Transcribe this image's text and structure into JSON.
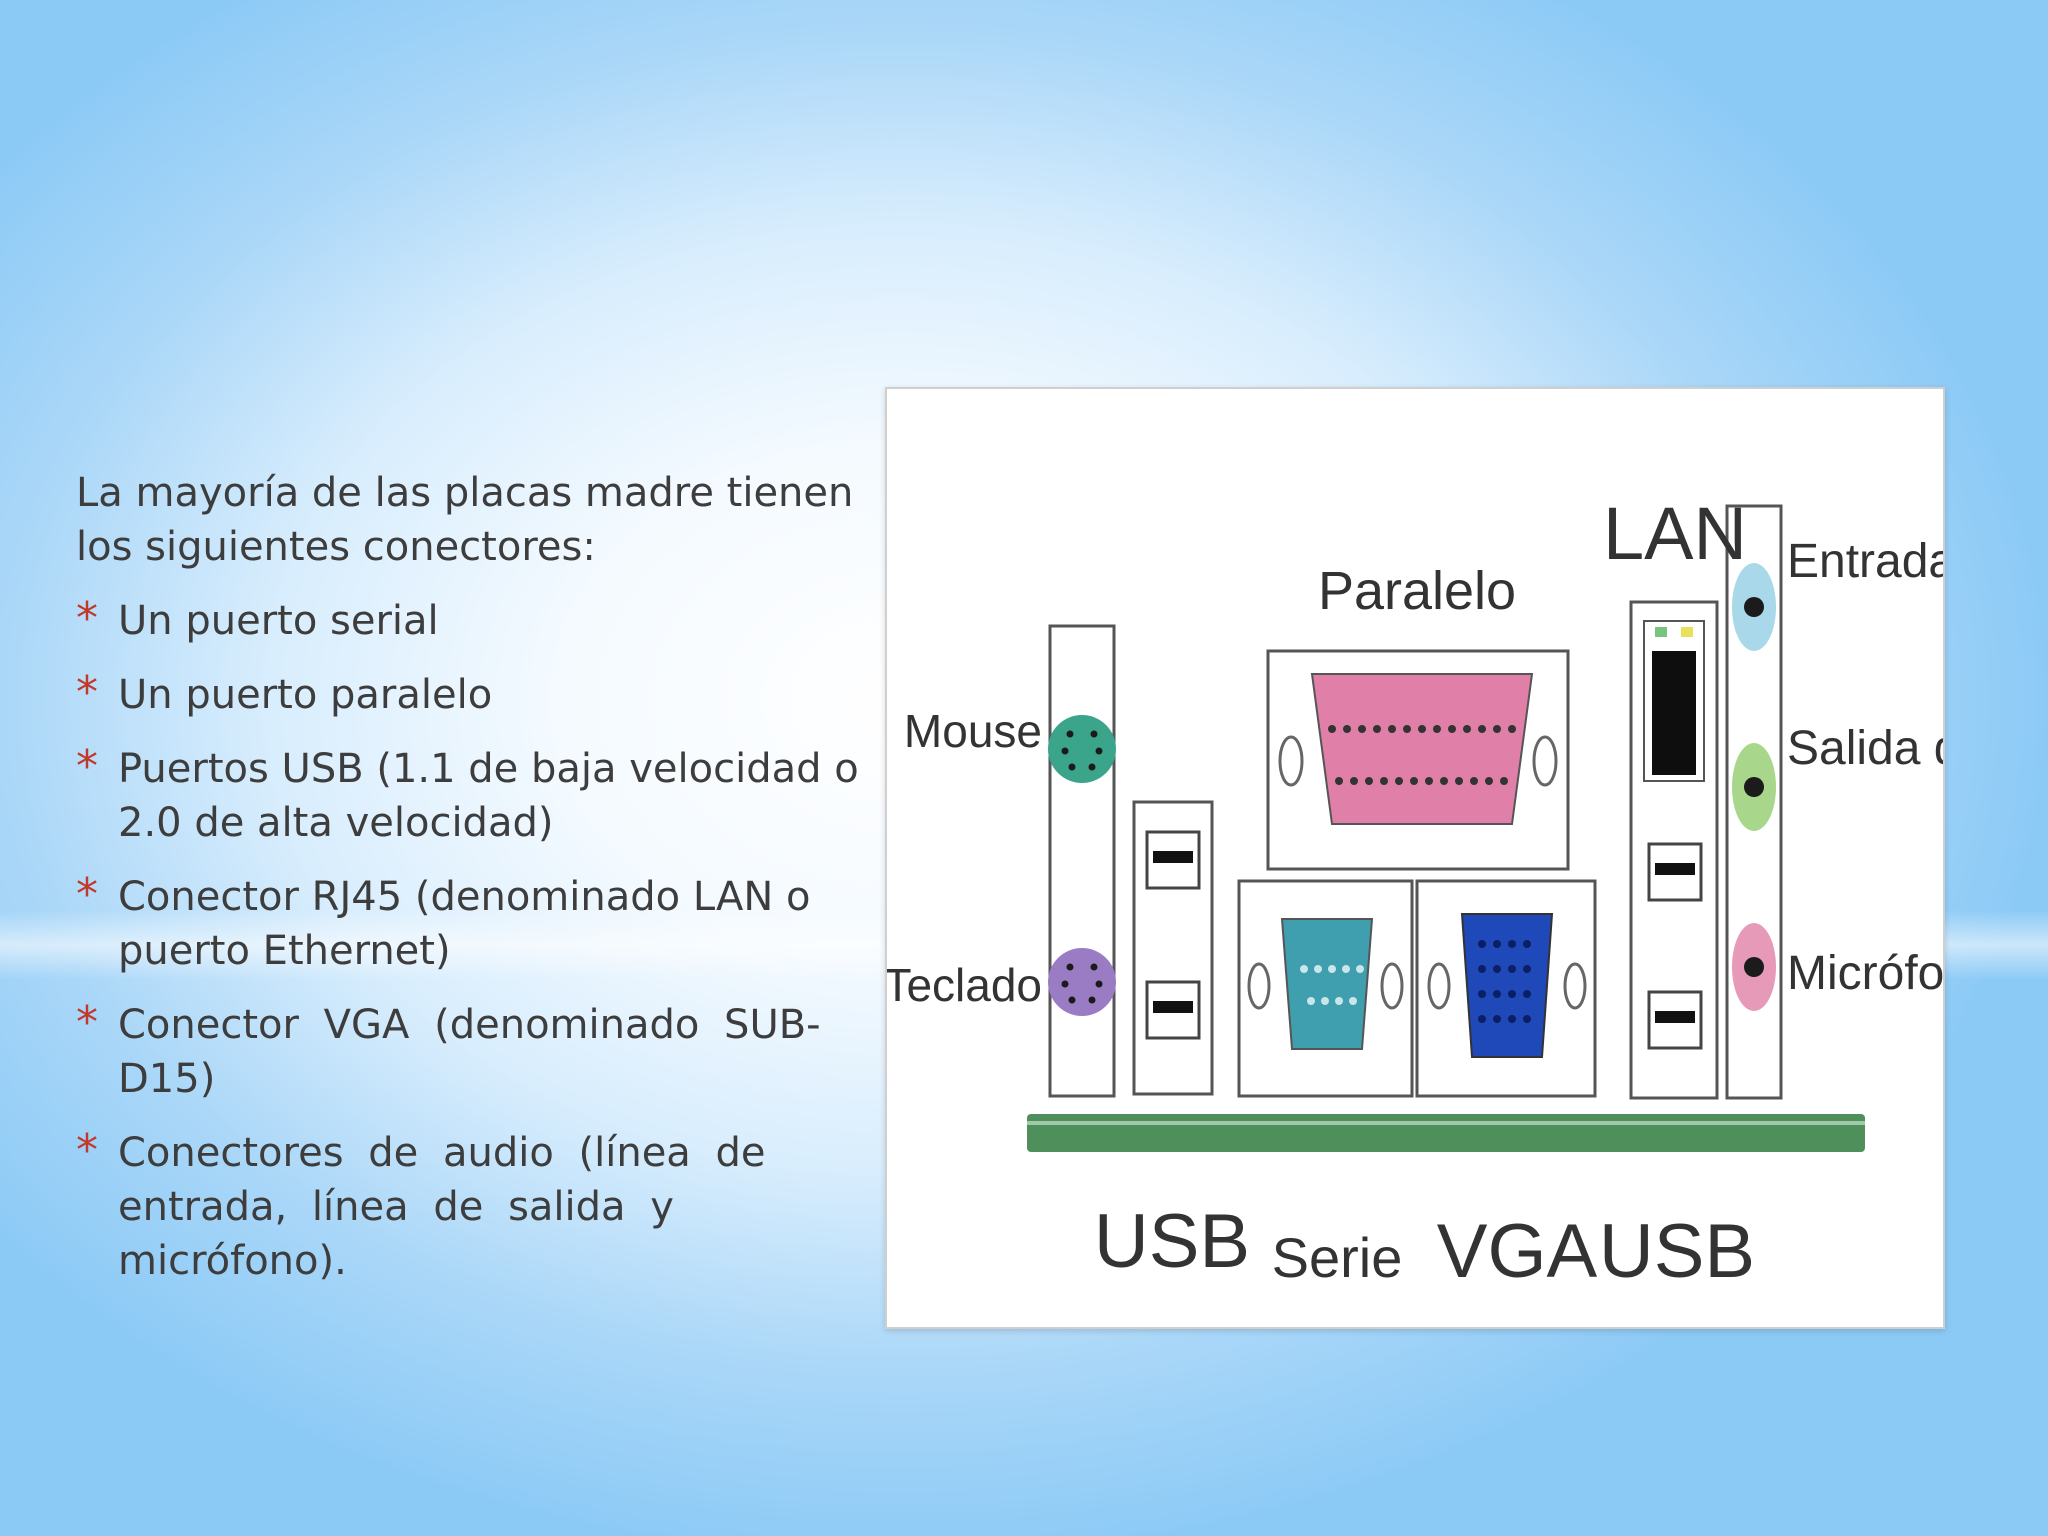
{
  "intro": "La mayoría de las placas madre tienen los siguientes conectores:",
  "bullets": [
    "Un puerto serial",
    "Un puerto paralelo",
    "Puertos USB  (1.1 de baja velocidad o 2.0 de alta velocidad)",
    "Conector RJ45  (denominado LAN o puerto Ethernet)",
    "Conector  VGA  (denominado  SUB-D15)",
    "Conectores  de  audio  (línea  de entrada,  línea  de  salida  y micrófono)."
  ],
  "bullet_symbol": "*",
  "diagram": {
    "labels": {
      "mouse": "Mouse",
      "teclado": "Teclado",
      "paralelo": "Paralelo",
      "lan": "LAN",
      "entrada": "Entrada de línea",
      "salida": "Salida de línea",
      "microfono": "Micrófono",
      "usb_left": "USB",
      "serie": "Serie",
      "vga": "VGA",
      "usb_right": "USB"
    },
    "colors": {
      "mouse": "#3aa58a",
      "teclado": "#9a7cc4",
      "paralelo": "#e07fa8",
      "serie": "#3f9fae",
      "vga": "#1f48b8",
      "jack_entrada": "#a9d8ea",
      "jack_salida": "#a8d68a",
      "jack_microfono": "#e69ab8",
      "board": "#4f8f5c"
    }
  }
}
